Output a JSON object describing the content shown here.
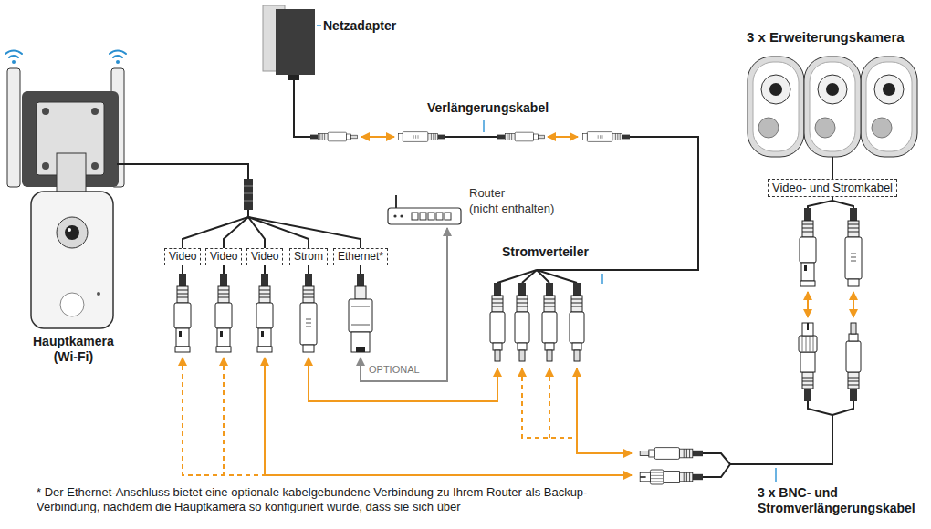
{
  "diagram": {
    "nodes": [
      {
        "text": [
          "Video"
        ]
      },
      {
        "text": [
          "Video"
        ]
      },
      {
        "text": [
          "Video"
        ]
      },
      {
        "text": [
          "Strom"
        ]
      },
      {
        "text": [
          "Ethernet*"
        ]
      },
      {
        "text": [
          "Video- und Stromkabel"
        ]
      }
    ],
    "labels": [
      "Netzadapter",
      "Verlängerungskabel",
      "Router",
      "(nicht enthalten)",
      "Hauptkamera (Wi-Fi)",
      "OPTIONAL",
      "Stromverteiler",
      "3 x Erweiterungskamera",
      "3 x BNC- und Stromverlängerungskabel",
      "* Der Ethernet-Anschluss bietet eine optionale kabelgebundene Verbindung zu Ihrem Router als Backup-Verbindung, nachdem die Hauptkamera so konfiguriert wurde, dass sie sich über"
    ]
  }
}
